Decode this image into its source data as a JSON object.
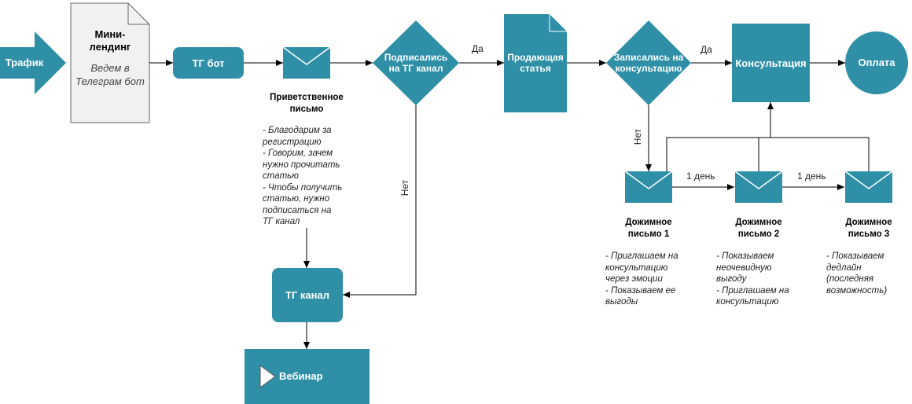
{
  "colors": {
    "primary": "#2e8fa7",
    "doc_fill": "#f1f1f1",
    "line": "#000000"
  },
  "nodes": {
    "traffic": "Трафик",
    "landing_title": "Мини-\nлендинг",
    "landing_subtitle": "Ведем в\nТелеграм бот",
    "tg_bot": "ТГ бот",
    "welcome_caption": "Приветственное\nписьмо",
    "decision_channel": "Подписались\nна ТГ канал",
    "article": "Продающая\nстатья",
    "decision_consult": "Записались на\nконсультацию",
    "consultation": "Консультация",
    "payment": "Оплата",
    "tg_channel": "ТГ канал",
    "webinar": "Вебинар",
    "followup1_caption": "Дожимное\nписьмо 1",
    "followup2_caption": "Дожимное\nписьмо 2",
    "followup3_caption": "Дожимное\nписьмо 3"
  },
  "edge_labels": {
    "yes_channel": "Да",
    "no_channel": "Нет",
    "yes_consult": "Да",
    "no_consult": "Нет",
    "day_1": "1 день",
    "day_2": "1 день"
  },
  "notes": {
    "welcome": [
      "- Благодарим за",
      "регистрацию",
      "- Говорим, зачем",
      "нужно прочитать",
      "статью",
      "- Чтобы получить",
      "статью, нужно",
      "подписаться на",
      "ТГ канал"
    ],
    "followup1": [
      "- Приглашаем на",
      "консультацию",
      "через эмоции",
      "- Показываем ее",
      "выгоды"
    ],
    "followup2": [
      "- Показываем",
      "неочевидную",
      "выгоду",
      "- Приглашаем на",
      "консультацию"
    ],
    "followup3": [
      "- Показываем",
      "дедлайн",
      "(последняя",
      "возможность)"
    ]
  },
  "icons": {
    "envelope": "envelope-icon",
    "play": "play-icon"
  }
}
